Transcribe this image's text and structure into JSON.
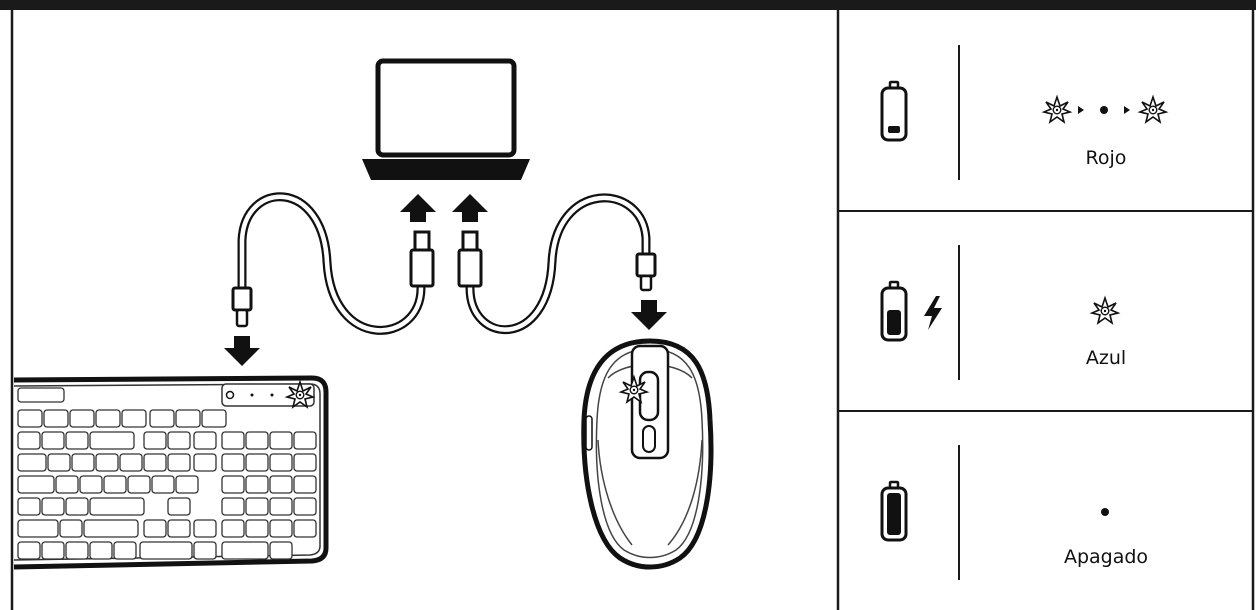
{
  "charging_states": [
    {
      "battery_level": "low",
      "indicator": "blink",
      "label": "Rojo"
    },
    {
      "battery_level": "charging",
      "indicator": "steady",
      "label": "Azul"
    },
    {
      "battery_level": "full",
      "indicator": "off",
      "label": "Apagado"
    }
  ],
  "colors": {
    "line": "#111111",
    "frame": "#1a1a1a"
  },
  "icons": [
    "laptop-icon",
    "keyboard-icon",
    "mouse-icon",
    "usb-cable-icon",
    "battery-icon",
    "lightning-icon",
    "led-icon"
  ]
}
